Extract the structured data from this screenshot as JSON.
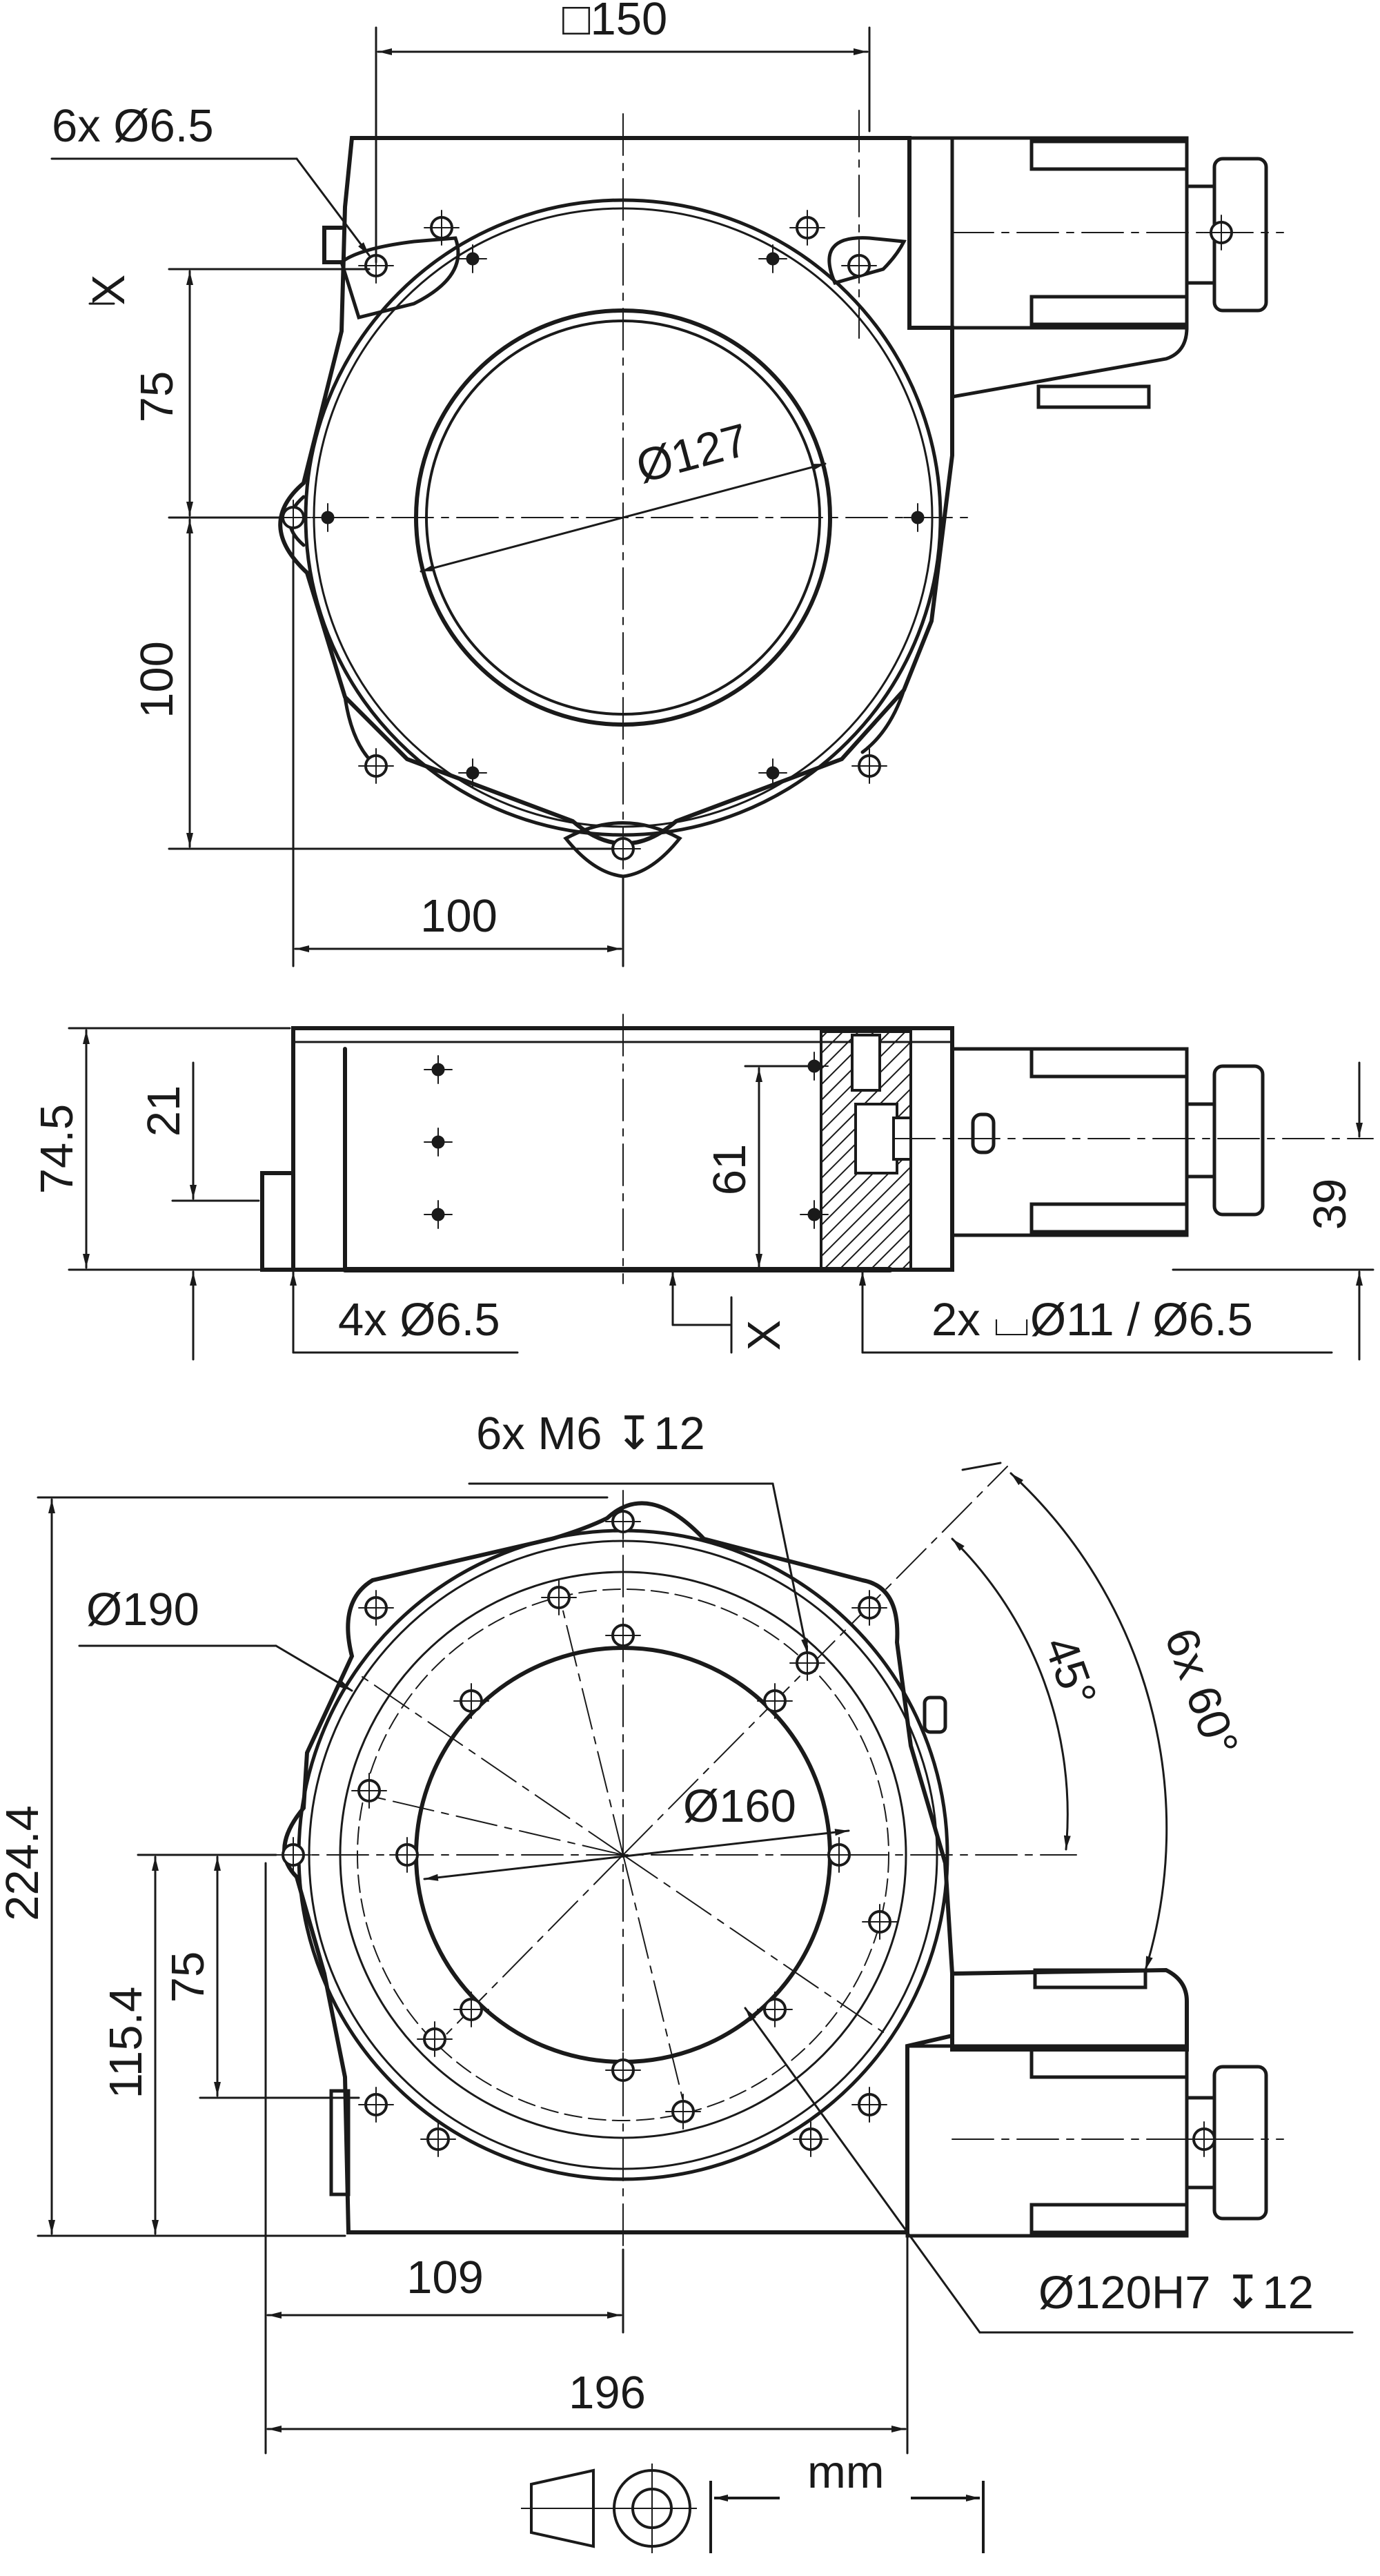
{
  "colors": {
    "line": "#1a1a1a",
    "hatch": "#1a1a1a",
    "background": "#ffffff"
  },
  "top_view": {
    "square_dim": "□150",
    "holes_note": "6x Ø6.5",
    "aperture_dim": "Ø127",
    "section_mark": "X",
    "dim_75": "75",
    "dim_100_v": "100",
    "dim_100_h": "100"
  },
  "side_view": {
    "height_total": "74.5",
    "height_21": "21",
    "height_61": "61",
    "height_39": "39",
    "holes_note": "4x Ø6.5",
    "section_mark": "X",
    "counterbore_note": "2x ⌴Ø11 / Ø6.5"
  },
  "bottom_view": {
    "thread_note": "6x M6 ↧12",
    "dia_190": "Ø190",
    "dia_160": "Ø160",
    "angle_45": "45°",
    "angle_60": "6x 60°",
    "dim_224_4": "224.4",
    "dim_115_4": "115.4",
    "dim_75": "75",
    "dim_109": "109",
    "dim_196": "196",
    "bore_note": "Ø120H7 ↧12"
  },
  "legend": {
    "unit": "mm"
  }
}
